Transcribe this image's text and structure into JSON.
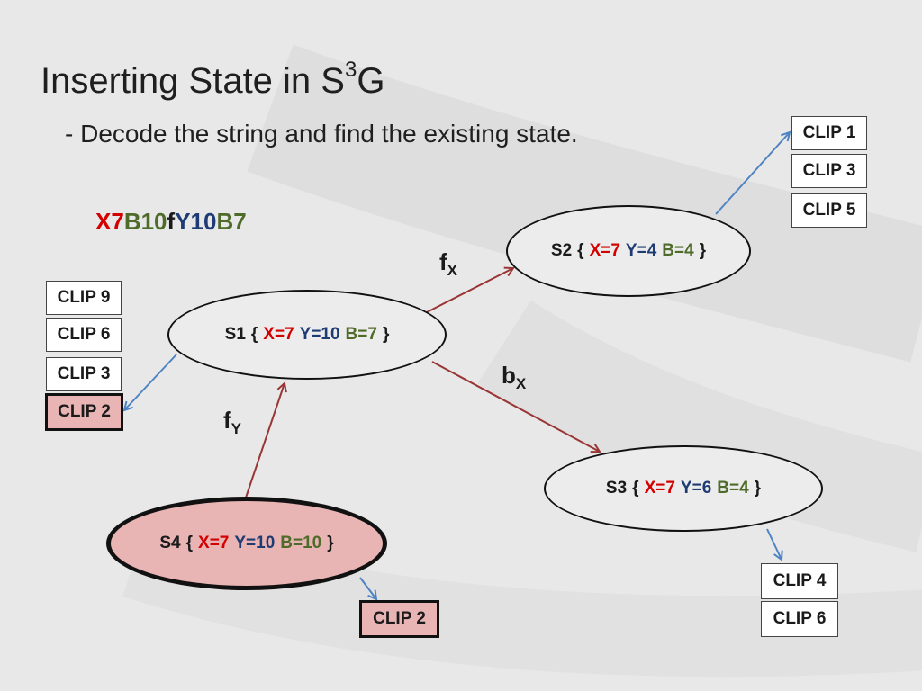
{
  "slide": {
    "title_text": "Inserting State in S",
    "title_sup": "3",
    "title_end": "G",
    "subtitle": "- Decode the string and find the existing state."
  },
  "code": {
    "x": "X7",
    "b1": "B10",
    "f": "f",
    "y": "Y10",
    "b2": "B7"
  },
  "nodes": {
    "s1": {
      "name": "S1",
      "open": "{",
      "x": "X=7",
      "y": "Y=10",
      "b": "B=7",
      "close": "}"
    },
    "s2": {
      "name": "S2",
      "open": "{",
      "x": "X=7",
      "y": "Y=4",
      "b": "B=4",
      "close": "}"
    },
    "s3": {
      "name": "S3",
      "open": "{",
      "x": "X=7",
      "y": "Y=6",
      "b": "B=4",
      "close": "}"
    },
    "s4": {
      "name": "S4",
      "open": "{",
      "x": "X=7",
      "y": "Y=10",
      "b": "B=10",
      "close": "}"
    }
  },
  "edges": {
    "fx": {
      "main": "f",
      "sub": "X"
    },
    "bx": {
      "main": "b",
      "sub": "X"
    },
    "fy": {
      "main": "f",
      "sub": "Y"
    }
  },
  "clips": {
    "s1": [
      "CLIP 9",
      "CLIP 6",
      "CLIP 3",
      "CLIP 2"
    ],
    "s2": [
      "CLIP 1",
      "CLIP 3",
      "CLIP 5"
    ],
    "s3": [
      "CLIP 4",
      "CLIP 6"
    ],
    "s4": [
      "CLIP 2"
    ]
  },
  "colors": {
    "x_value": "#d40000",
    "y_value": "#1f3b73",
    "b_value": "#4f6b2a",
    "highlight_fill": "#e8b4b4",
    "transition_arrow": "#9a3535",
    "clip_arrow": "#4f84c4"
  }
}
